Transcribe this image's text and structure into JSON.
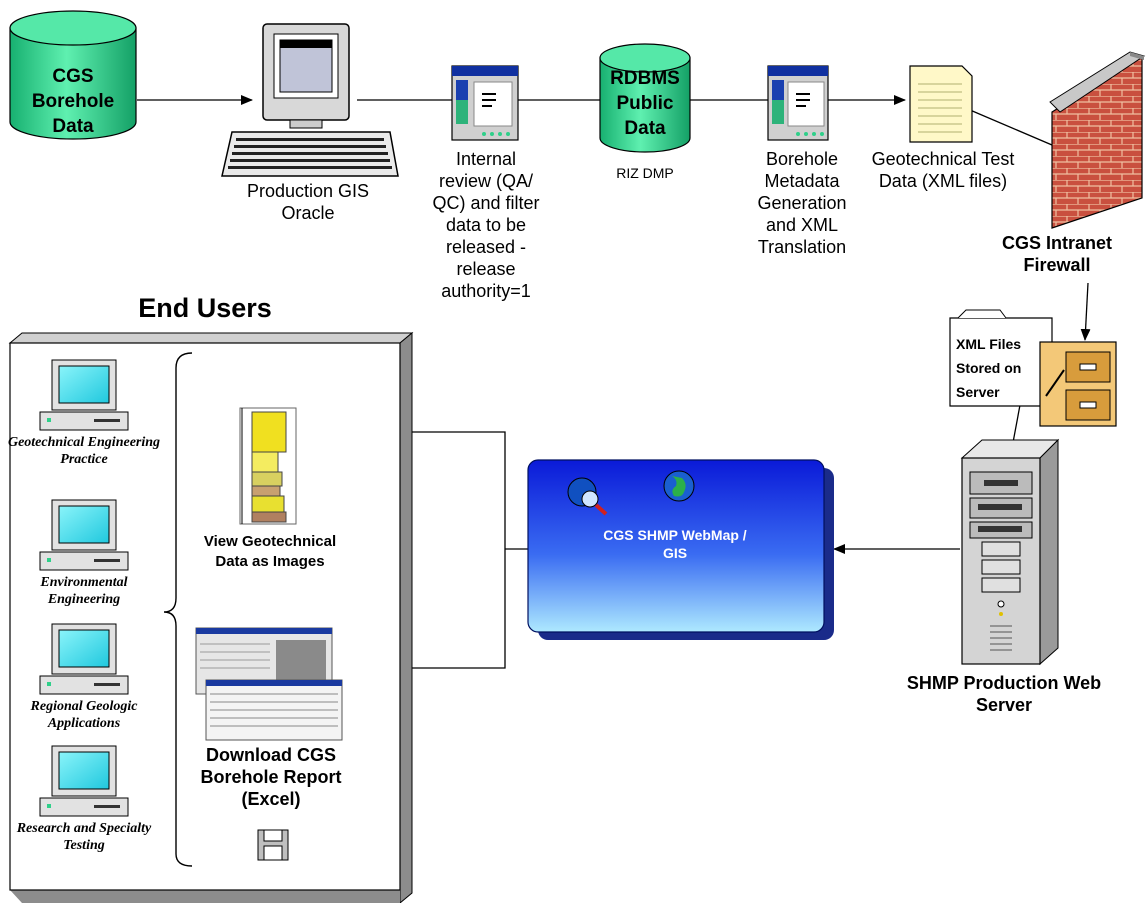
{
  "nodes": {
    "cgs_borehole": "CGS Borehole Data",
    "production_gis": "Production GIS Oracle",
    "internal_review": "Internal review (QA/ QC) and filter data to be released - release authority=1",
    "rdbms": "RDBMS Public Data",
    "riz_dmp": "RIZ DMP",
    "borehole_metadata": "Borehole Metadata Generation and XML Translation",
    "geotech_test": "Geotechnical Test Data (XML files)",
    "firewall": "CGS Intranet Firewall",
    "xml_files": "XML Files Stored on Server",
    "web_server": "SHMP Production Web Server",
    "webmap": "CGS SHMP WebMap / GIS",
    "view_images": "View Geotechnical Data as Images",
    "download_report": "Download CGS Borehole Report (Excel)"
  },
  "end_users": {
    "title": "End Users",
    "groups": [
      "Geotechnical Engineering Practice",
      "Environmental Engineering",
      "Regional Geologic Applications",
      "Research and Specialty Testing"
    ]
  },
  "colors": {
    "cylinder_green": "#2fd08a",
    "webmap_blue": "#1a2fe0",
    "brick": "#c24a3c",
    "screen_cyan": "#4fe6f0"
  }
}
